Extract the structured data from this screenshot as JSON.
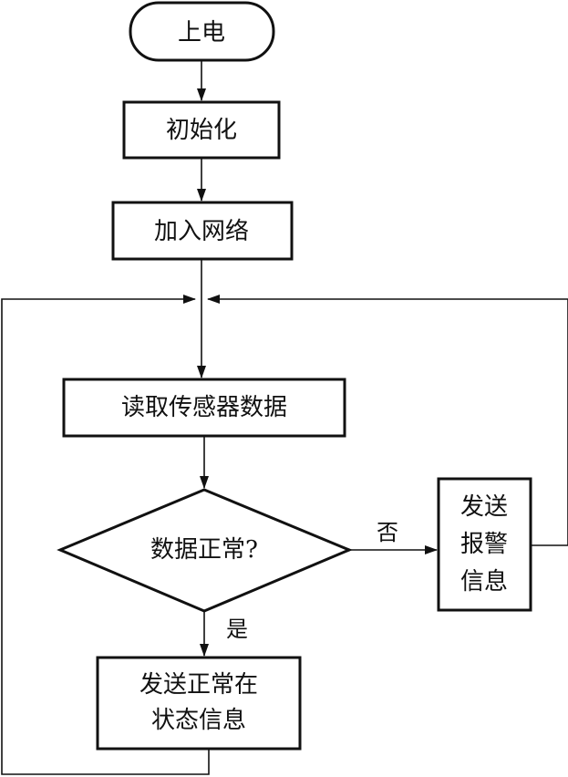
{
  "nodes": {
    "power_on": "上电",
    "init": "初始化",
    "join_network": "加入网络",
    "read_sensor": "读取传感器数据",
    "check_normal": "数据正常?",
    "send_alarm": [
      "发送",
      "报警",
      "信息"
    ],
    "send_normal": [
      "发送正常在",
      "状态信息"
    ]
  },
  "edge_labels": {
    "no": "否",
    "yes": "是"
  }
}
